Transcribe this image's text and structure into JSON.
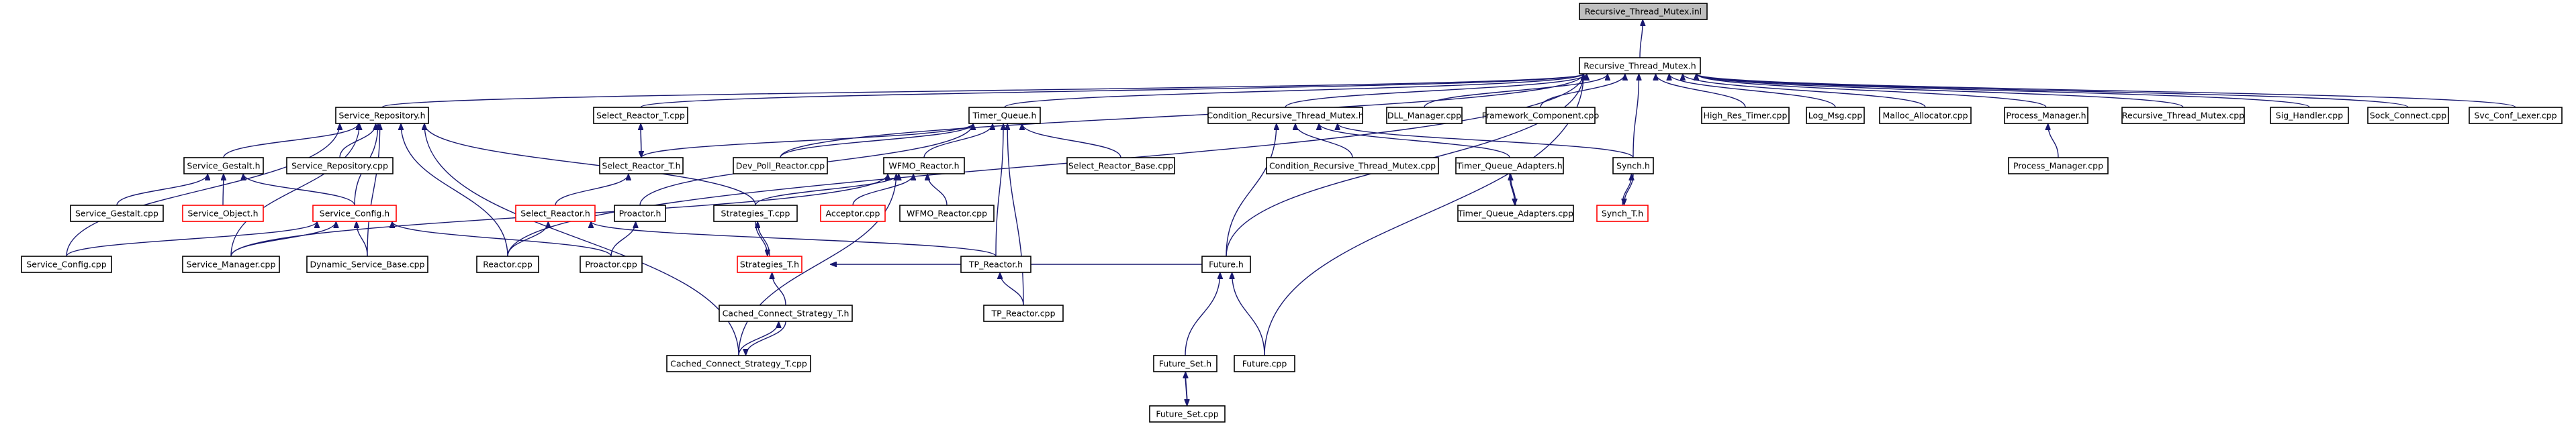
{
  "nodes": [
    {
      "id": "root",
      "label": "Recursive_Thread_Mutex.inl",
      "style": "root"
    },
    {
      "id": "rtm_h",
      "label": "Recursive_Thread_Mutex.h"
    },
    {
      "id": "svc_repo_h",
      "label": "Service_Repository.h"
    },
    {
      "id": "sel_reactor_t_cpp",
      "label": "Select_Reactor_T.cpp"
    },
    {
      "id": "timer_queue_h",
      "label": "Timer_Queue.h"
    },
    {
      "id": "cond_rtm_h",
      "label": "Condition_Recursive_Thread_Mutex.h"
    },
    {
      "id": "dll_manager_cpp",
      "label": "DLL_Manager.cpp"
    },
    {
      "id": "framework_comp_cpp",
      "label": "Framework_Component.cpp"
    },
    {
      "id": "high_res_timer_cpp",
      "label": "High_Res_Timer.cpp"
    },
    {
      "id": "log_msg_cpp",
      "label": "Log_Msg.cpp"
    },
    {
      "id": "malloc_alloc_cpp",
      "label": "Malloc_Allocator.cpp"
    },
    {
      "id": "process_manager_h",
      "label": "Process_Manager.h"
    },
    {
      "id": "rtm_cpp",
      "label": "Recursive_Thread_Mutex.cpp"
    },
    {
      "id": "sig_handler_cpp",
      "label": "Sig_Handler.cpp"
    },
    {
      "id": "sock_connect_cpp",
      "label": "Sock_Connect.cpp"
    },
    {
      "id": "svc_conf_lexer_cpp",
      "label": "Svc_Conf_Lexer.cpp"
    },
    {
      "id": "svc_gestalt_h",
      "label": "Service_Gestalt.h"
    },
    {
      "id": "svc_repo_cpp",
      "label": "Service_Repository.cpp"
    },
    {
      "id": "sel_reactor_t_h",
      "label": "Select_Reactor_T.h"
    },
    {
      "id": "dev_poll_reactor_cpp",
      "label": "Dev_Poll_Reactor.cpp"
    },
    {
      "id": "wfmo_reactor_h",
      "label": "WFMO_Reactor.h"
    },
    {
      "id": "sel_reactor_base_cpp",
      "label": "Select_Reactor_Base.cpp"
    },
    {
      "id": "cond_rtm_cpp",
      "label": "Condition_Recursive_Thread_Mutex.cpp"
    },
    {
      "id": "tq_adapters_h",
      "label": "Timer_Queue_Adapters.h"
    },
    {
      "id": "synch_h",
      "label": "Synch.h"
    },
    {
      "id": "process_manager_cpp",
      "label": "Process_Manager.cpp"
    },
    {
      "id": "svc_gestalt_cpp",
      "label": "Service_Gestalt.cpp"
    },
    {
      "id": "svc_object_h",
      "label": "Service_Object.h",
      "style": "red"
    },
    {
      "id": "svc_config_h",
      "label": "Service_Config.h",
      "style": "red"
    },
    {
      "id": "sel_reactor_h",
      "label": "Select_Reactor.h",
      "style": "red"
    },
    {
      "id": "proactor_h",
      "label": "Proactor.h"
    },
    {
      "id": "strategies_t_cpp",
      "label": "Strategies_T.cpp"
    },
    {
      "id": "acceptor_cpp",
      "label": "Acceptor.cpp",
      "style": "red"
    },
    {
      "id": "wfmo_reactor_cpp",
      "label": "WFMO_Reactor.cpp"
    },
    {
      "id": "tq_adapters_cpp",
      "label": "Timer_Queue_Adapters.cpp"
    },
    {
      "id": "synch_t_h",
      "label": "Synch_T.h",
      "style": "red"
    },
    {
      "id": "svc_config_cpp",
      "label": "Service_Config.cpp"
    },
    {
      "id": "svc_manager_cpp",
      "label": "Service_Manager.cpp"
    },
    {
      "id": "dyn_svc_base_cpp",
      "label": "Dynamic_Service_Base.cpp"
    },
    {
      "id": "reactor_cpp",
      "label": "Reactor.cpp"
    },
    {
      "id": "proactor_cpp",
      "label": "Proactor.cpp"
    },
    {
      "id": "strategies_t_h",
      "label": "Strategies_T.h",
      "style": "red"
    },
    {
      "id": "tp_reactor_h",
      "label": "TP_Reactor.h"
    },
    {
      "id": "future_h",
      "label": "Future.h"
    },
    {
      "id": "cached_cs_t_h",
      "label": "Cached_Connect_Strategy_T.h"
    },
    {
      "id": "tp_reactor_cpp",
      "label": "TP_Reactor.cpp"
    },
    {
      "id": "cached_cs_t_cpp",
      "label": "Cached_Connect_Strategy_T.cpp"
    },
    {
      "id": "future_set_h",
      "label": "Future_Set.h"
    },
    {
      "id": "future_cpp",
      "label": "Future.cpp"
    },
    {
      "id": "future_set_cpp",
      "label": "Future_Set.cpp"
    }
  ],
  "edges": [
    [
      "rtm_h",
      "root"
    ],
    [
      "svc_repo_h",
      "rtm_h"
    ],
    [
      "sel_reactor_t_cpp",
      "rtm_h"
    ],
    [
      "timer_queue_h",
      "rtm_h"
    ],
    [
      "cond_rtm_h",
      "rtm_h"
    ],
    [
      "dll_manager_cpp",
      "rtm_h"
    ],
    [
      "framework_comp_cpp",
      "rtm_h"
    ],
    [
      "high_res_timer_cpp",
      "rtm_h"
    ],
    [
      "log_msg_cpp",
      "rtm_h"
    ],
    [
      "malloc_alloc_cpp",
      "rtm_h"
    ],
    [
      "process_manager_h",
      "rtm_h"
    ],
    [
      "rtm_cpp",
      "rtm_h"
    ],
    [
      "sig_handler_cpp",
      "rtm_h"
    ],
    [
      "sock_connect_cpp",
      "rtm_h"
    ],
    [
      "svc_conf_lexer_cpp",
      "rtm_h"
    ],
    [
      "dev_poll_reactor_cpp",
      "rtm_h"
    ],
    [
      "synch_h",
      "rtm_h"
    ],
    [
      "future_h",
      "rtm_h"
    ],
    [
      "future_cpp",
      "rtm_h"
    ],
    [
      "reactor_cpp",
      "rtm_h"
    ],
    [
      "svc_gestalt_h",
      "svc_repo_h"
    ],
    [
      "svc_repo_cpp",
      "svc_repo_h"
    ],
    [
      "svc_config_h",
      "svc_repo_h"
    ],
    [
      "svc_manager_cpp",
      "svc_repo_h"
    ],
    [
      "dyn_svc_base_cpp",
      "svc_repo_h"
    ],
    [
      "reactor_cpp",
      "svc_repo_h"
    ],
    [
      "svc_config_cpp",
      "svc_repo_h"
    ],
    [
      "strategies_t_cpp",
      "svc_repo_h"
    ],
    [
      "cached_cs_t_cpp",
      "svc_repo_h"
    ],
    [
      "sel_reactor_t_h",
      "sel_reactor_t_cpp"
    ],
    [
      "sel_reactor_t_cpp",
      "sel_reactor_t_h"
    ],
    [
      "dev_poll_reactor_cpp",
      "timer_queue_h"
    ],
    [
      "wfmo_reactor_h",
      "timer_queue_h"
    ],
    [
      "sel_reactor_base_cpp",
      "timer_queue_h"
    ],
    [
      "sel_reactor_t_h",
      "timer_queue_h"
    ],
    [
      "proactor_h",
      "timer_queue_h"
    ],
    [
      "tp_reactor_h",
      "timer_queue_h"
    ],
    [
      "tp_reactor_cpp",
      "timer_queue_h"
    ],
    [
      "cond_rtm_cpp",
      "cond_rtm_h"
    ],
    [
      "tq_adapters_h",
      "cond_rtm_h"
    ],
    [
      "synch_h",
      "cond_rtm_h"
    ],
    [
      "future_h",
      "cond_rtm_h"
    ],
    [
      "process_manager_cpp",
      "process_manager_h"
    ],
    [
      "svc_gestalt_cpp",
      "svc_gestalt_h"
    ],
    [
      "svc_object_h",
      "svc_gestalt_h"
    ],
    [
      "svc_config_h",
      "svc_gestalt_h"
    ],
    [
      "svc_config_cpp",
      "svc_config_h"
    ],
    [
      "svc_manager_cpp",
      "svc_config_h"
    ],
    [
      "dyn_svc_base_cpp",
      "svc_config_h"
    ],
    [
      "proactor_cpp",
      "svc_config_h"
    ],
    [
      "sel_reactor_h",
      "sel_reactor_t_h"
    ],
    [
      "acceptor_cpp",
      "wfmo_reactor_h"
    ],
    [
      "wfmo_reactor_cpp",
      "wfmo_reactor_h"
    ],
    [
      "svc_manager_cpp",
      "wfmo_reactor_h"
    ],
    [
      "cached_cs_t_cpp",
      "wfmo_reactor_h"
    ],
    [
      "strategies_t_cpp",
      "wfmo_reactor_h"
    ],
    [
      "tq_adapters_cpp",
      "tq_adapters_h"
    ],
    [
      "tq_adapters_h",
      "tq_adapters_cpp"
    ],
    [
      "synch_t_h",
      "synch_h"
    ],
    [
      "synch_h",
      "synch_t_h"
    ],
    [
      "reactor_cpp",
      "sel_reactor_h"
    ],
    [
      "tp_reactor_h",
      "sel_reactor_h"
    ],
    [
      "proactor_cpp",
      "proactor_h"
    ],
    [
      "strategies_t_h",
      "strategies_t_cpp"
    ],
    [
      "strategies_t_cpp",
      "strategies_t_h"
    ],
    [
      "cached_cs_t_h",
      "strategies_t_h"
    ],
    [
      "future_h",
      "strategies_t_h"
    ],
    [
      "tp_reactor_cpp",
      "tp_reactor_h"
    ],
    [
      "cached_cs_t_cpp",
      "cached_cs_t_h"
    ],
    [
      "cached_cs_t_h",
      "cached_cs_t_cpp"
    ],
    [
      "future_set_h",
      "future_h"
    ],
    [
      "future_cpp",
      "future_h"
    ],
    [
      "future_set_cpp",
      "future_set_h"
    ],
    [
      "future_set_h",
      "future_set_cpp"
    ]
  ]
}
